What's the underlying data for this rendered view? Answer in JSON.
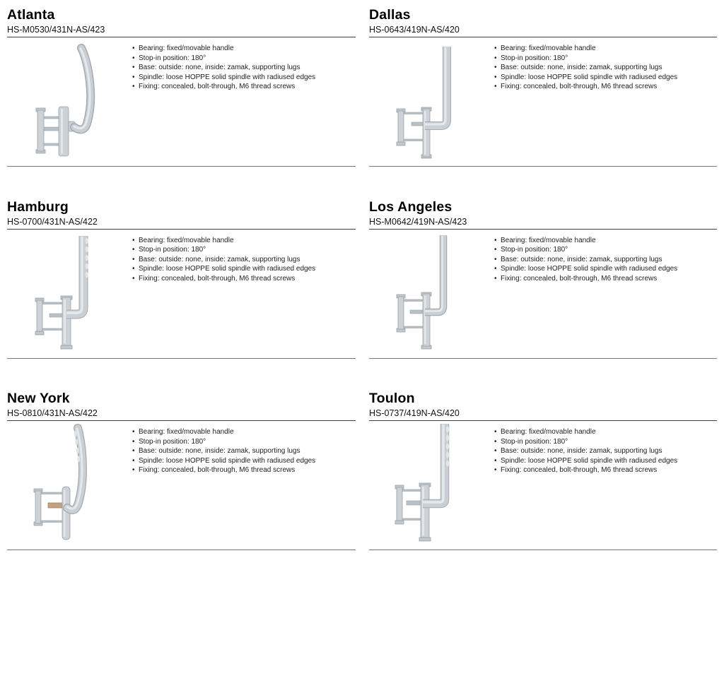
{
  "colors": {
    "metal_mid": "#c9cfd4",
    "metal_highlight": "#e6e9ea",
    "metal_shadow": "#a4abb1",
    "header_rule": "#3d3d3d",
    "divider_rule": "#767676",
    "text": "#1e1e1e",
    "spindle_tan": "#c2a17f"
  },
  "products": [
    {
      "name": "Atlanta",
      "model": "HS-M0530/431N-AS/423",
      "image": "swan-neck-curved-lever-handle",
      "bullets": [
        "Bearing: fixed/movable handle",
        "Stop-in position: 180°",
        "Base: outside: none, inside: zamak, supporting lugs",
        "Spindle: loose HOPPE solid spindle with radiused edges",
        "Fixing: concealed, bolt-through, M6 thread screws"
      ]
    },
    {
      "name": "Dallas",
      "model": "HS-0643/419N-AS/420",
      "image": "angular-L-shaped-lever-handle",
      "bullets": [
        "Bearing: fixed/movable handle",
        "Stop-in position: 180°",
        "Base: outside: none, inside: zamak, supporting lugs",
        "Spindle: loose HOPPE solid spindle with radiused edges",
        "Fixing: concealed, bolt-through, M6 thread screws"
      ]
    },
    {
      "name": "Hamburg",
      "model": "HS-0700/431N-AS/422",
      "image": "L-shaped-lever-handle-with-finger-grips",
      "bullets": [
        "Bearing: fixed/movable handle",
        "Stop-in position: 180°",
        "Base: outside: none, inside: zamak, supporting lugs",
        "Spindle: loose HOPPE solid spindle with radiused edges",
        "Fixing: concealed, bolt-through, M6 thread screws"
      ]
    },
    {
      "name": "Los Angeles",
      "model": "HS-M0642/419N-AS/423",
      "image": "slim-L-shaped-lever-handle",
      "bullets": [
        "Bearing: fixed/movable handle",
        "Stop-in position: 180°",
        "Base: outside: none, inside: zamak, supporting lugs",
        "Spindle: loose HOPPE solid spindle with radiused edges",
        "Fixing: concealed, bolt-through, M6 thread screws"
      ]
    },
    {
      "name": "New York",
      "model": "HS-0810/431N-AS/422",
      "image": "curved-lever-handle-with-finger-grips",
      "bullets": [
        "Bearing: fixed/movable handle",
        "Stop-in position: 180°",
        "Base: outside: none, inside: zamak, supporting lugs",
        "Spindle: loose HOPPE solid spindle with radiused edges",
        "Fixing: concealed, bolt-through, M6 thread screws"
      ]
    },
    {
      "name": "Toulon",
      "model": "HS-0737/419N-AS/420",
      "image": "angular-lever-handle-with-finger-grips",
      "bullets": [
        "Bearing: fixed/movable handle",
        "Stop-in position: 180°",
        "Base: outside: none, inside: zamak, supporting lugs",
        "Spindle: loose HOPPE solid spindle with radiused edges",
        "Fixing: concealed, bolt-through, M6 thread screws"
      ]
    }
  ]
}
